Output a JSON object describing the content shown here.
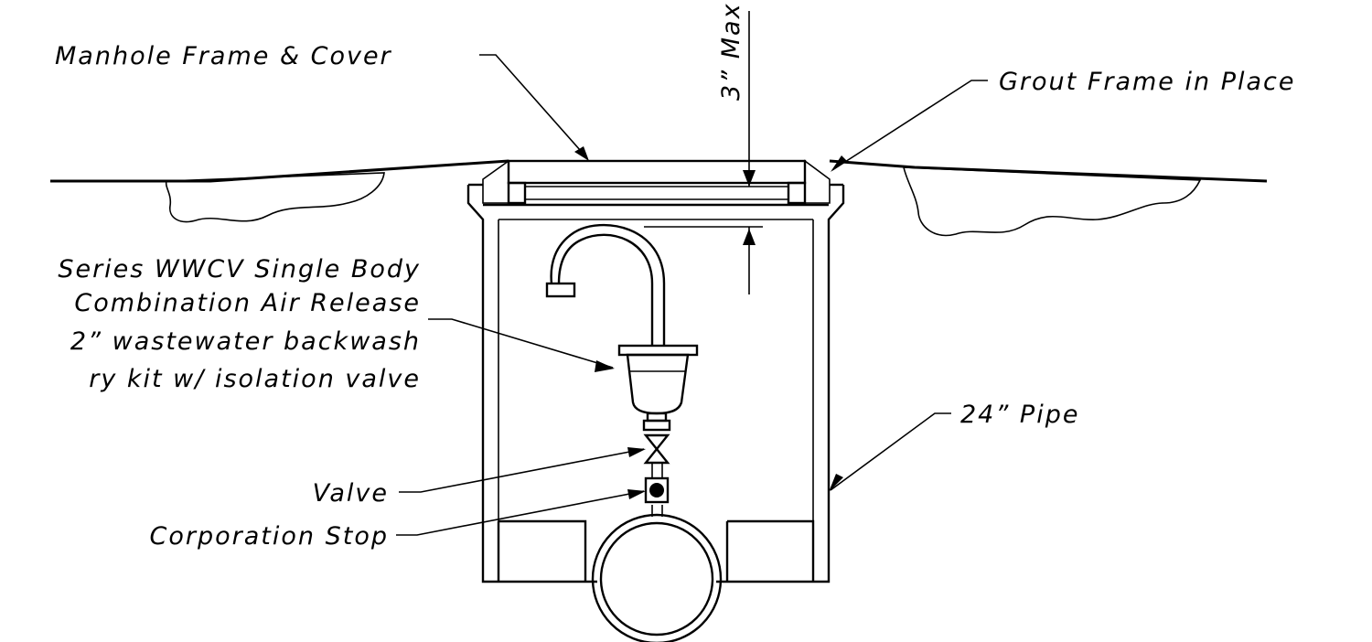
{
  "labels": {
    "manhole_cover": "Manhole Frame & Cover",
    "grout": "Grout Frame in Place",
    "dimension": "3” Max",
    "valve_description": [
      "Series WWCV Single Body",
      "Combination Air Release",
      "2” wastewater backwash",
      "ry kit w/ isolation valve"
    ],
    "pipe": "24” Pipe",
    "valve": "Valve",
    "corporation_stop": "Corporation Stop"
  }
}
